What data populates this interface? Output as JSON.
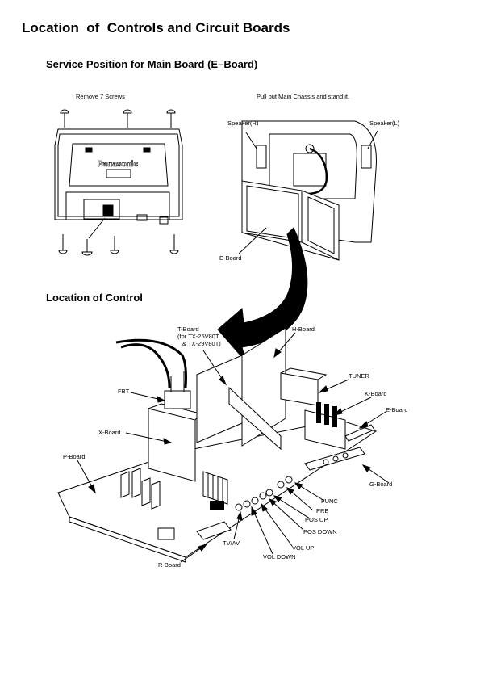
{
  "page": {
    "title": "Location  of  Controls and Circuit Boards",
    "section1": "Service Position for Main Board (E–Board)",
    "section2": "Location of Control"
  },
  "service": {
    "remove_screws": "Remove 7 Screws",
    "pull_out": "Pull out Main Chassis and stand it.",
    "speaker_r": "Speaker(R)",
    "speaker_l": "Speaker(L)",
    "eboard": "E-Board",
    "brand": "Panasonic"
  },
  "control": {
    "tboard_1": "T-Board",
    "tboard_2": "(for TX-25V80T",
    "tboard_3": "& TX-29V80T)",
    "hboard": "H-Board",
    "tuner": "TUNER",
    "kboard": "K-Board",
    "eboard": "E-Boarc",
    "fbt": "FBT",
    "xboard": "X-Board",
    "pboard": "P-Board",
    "gboard": "G-Board",
    "func": "FUNC",
    "pre": "PRE",
    "pos_up": "POS UP",
    "pos_down": "POS DOWN",
    "vol_up": "VOL UP",
    "vol_down": "VOL DOWN",
    "tvav": "TV/AV",
    "rboard": "R-Board"
  }
}
